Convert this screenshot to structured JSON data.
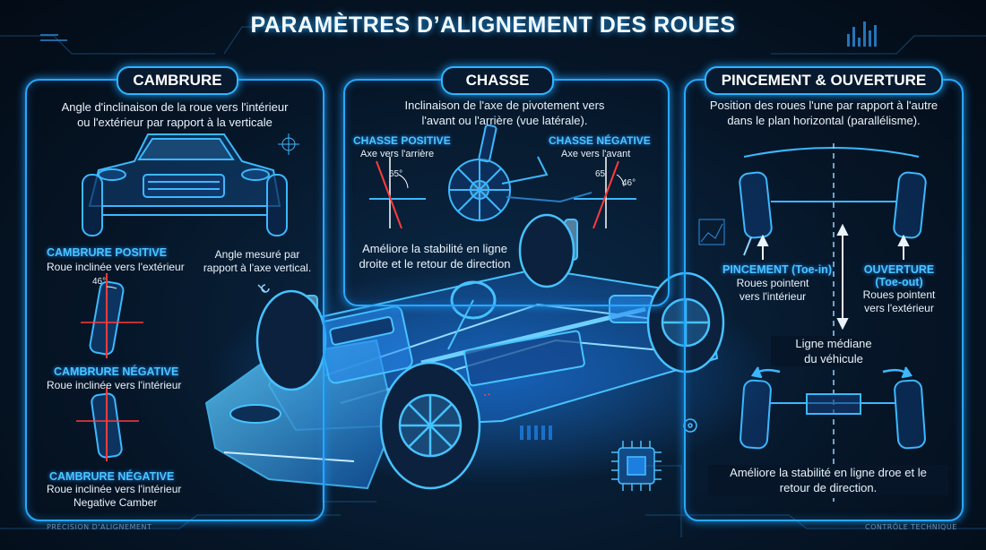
{
  "title": "PARAMÈTRES D’ALIGNEMENT DES ROUES",
  "cambrure": {
    "heading": "CAMBRURE",
    "description_l1": "Angle d'inclinaison de la roue vers l'intérieur",
    "description_l2": "ou l'extérieur par rapport à la verticale",
    "positive_title": "CAMBRURE POSITIVE",
    "positive_desc": "Roue inclinée vers l'extérieur",
    "angle_note_l1": "Angle mesuré par",
    "angle_note_l2": "rapport à l'axe vertical.",
    "angle_label": "46°",
    "negative_title": "CAMBRURE NÉGATIVE",
    "negative_desc": "Roue inclinée vers l'intérieur",
    "negative2_title": "CAMBRURE NÉGATIVE",
    "negative2_desc_l1": "Roue inclinée vers l'intérieur",
    "negative2_desc_l2": "Negative Camber"
  },
  "chasse": {
    "heading": "CHASSE",
    "description_l1": "Inclinaison de l'axe de pivotement vers",
    "description_l2": "l'avant ou l'arrière (vue latérale).",
    "positive_title": "CHASSE POSITIVE",
    "positive_desc": "Axe vers l'arrière",
    "positive_angle": "65°",
    "negative_title": "CHASSE NÉGATIVE",
    "negative_desc": "Axe vers l'avant",
    "negative_angle_a": "65",
    "negative_angle_b": "46°",
    "benefit_l1": "Améliore la stabilité en ligne",
    "benefit_l2": "droite et le retour de direction"
  },
  "pincement": {
    "heading": "PINCEMENT & OUVERTURE",
    "description_l1": "Position des roues l'une par rapport à l'autre",
    "description_l2": "dans le plan horizontal (parallélisme).",
    "toe_in_title": "PINCEMENT (Toe-in)",
    "toe_in_desc_l1": "Roues pointent",
    "toe_in_desc_l2": "vers l'intérieur",
    "toe_out_title_l1": "OUVERTURE",
    "toe_out_title_l2": "(Toe-out)",
    "toe_out_desc_l1": "Roues pointent",
    "toe_out_desc_l2": "vers l'extérieur",
    "centerline_l1": "Ligne médiane",
    "centerline_l2": "du véhicule",
    "benefit_l1": "Améliore la stabilité en ligne droe et le",
    "benefit_l2": "retour de direction."
  },
  "footer": {
    "left": "PRÉCISION D'ALIGNEMENT",
    "right": "CONTRÔLE TECHNIQUE"
  },
  "colors": {
    "accent": "#27a8ff",
    "heading_blue": "#4cc4ff",
    "angle_red": "#ff3b3b",
    "background": "#04101d"
  }
}
